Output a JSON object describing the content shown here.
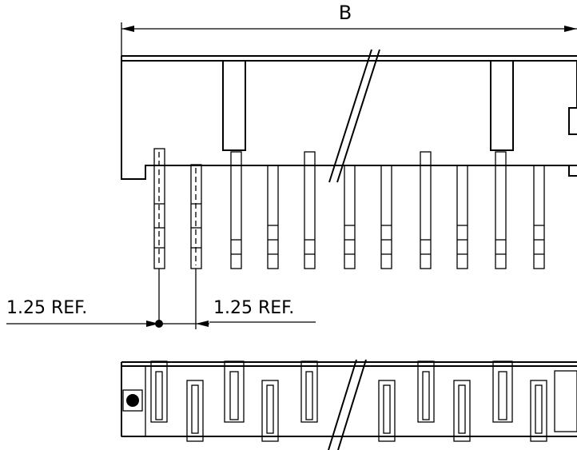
{
  "dimensions": {
    "overall_label": "B",
    "pitch_left_label": "1.25 REF.",
    "pitch_right_label": "1.25 REF."
  },
  "colors": {
    "line": "#000000",
    "background": "#ffffff"
  }
}
